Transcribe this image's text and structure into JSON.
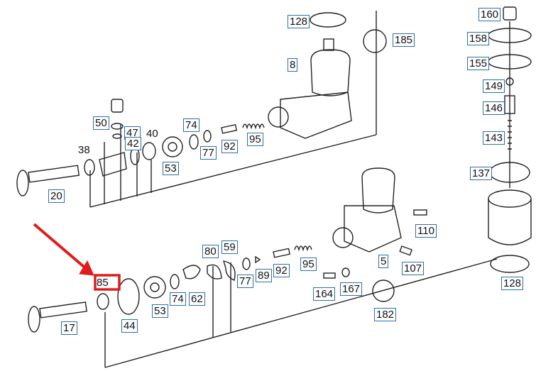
{
  "figure": {
    "highlight_color": "#e21b1b",
    "label_border_color": "#2a6fb0",
    "highlighted_label": "85",
    "part_labels": [
      "128",
      "185",
      "8",
      "50",
      "47",
      "40",
      "42",
      "38",
      "74",
      "95",
      "77",
      "92",
      "53",
      "20",
      "160",
      "158",
      "155",
      "149",
      "146",
      "143",
      "137",
      "110",
      "80",
      "59",
      "89",
      "92",
      "95",
      "107",
      "5",
      "164",
      "167",
      "182",
      "128",
      "85",
      "44",
      "17",
      "53",
      "74",
      "62",
      "77"
    ]
  }
}
